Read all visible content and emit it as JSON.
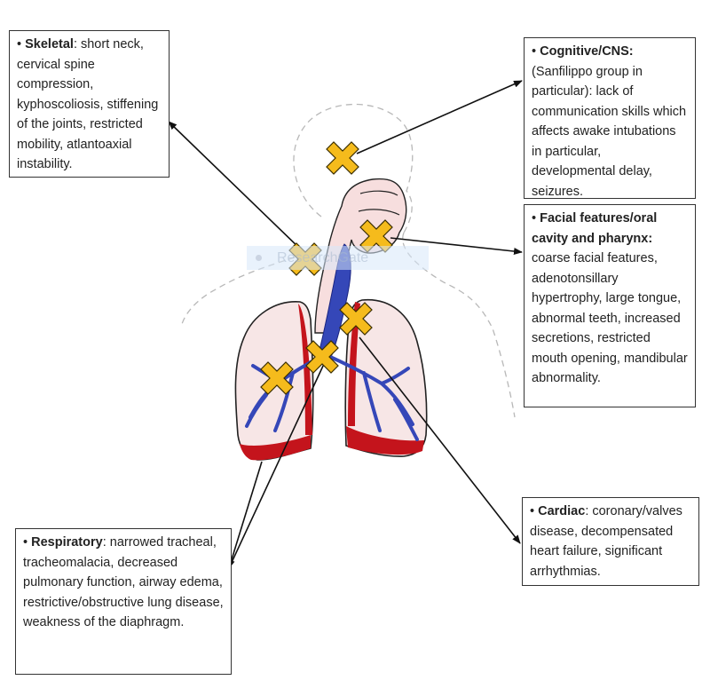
{
  "figure": {
    "title": "Mucopolysaccharidosis airway and systemic involvement",
    "colors": {
      "marker": "#f5bb1c",
      "marker_outline": "#3a2e00",
      "airway": "#3547b8",
      "vessel": "#c4141c",
      "tissue": "#f7dede",
      "outline": "#222222",
      "body_outline": "#b8b8b8"
    },
    "watermark": "ResearchGate"
  },
  "callouts": {
    "skeletal": {
      "bullet": "•",
      "heading": "Skeletal",
      "text": ": short neck, cervical spine compression, kyphoscoliosis, stiffening of the joints, restricted mobility, atlantoaxial instability."
    },
    "cns": {
      "bullet": "•",
      "heading": "Cognitive/CNS:",
      "text": " (Sanfilippo group in particular): lack of communication skills which affects awake intubations in particular, developmental delay, seizures."
    },
    "facial": {
      "bullet": "•",
      "heading": "Facial features/oral cavity and pharynx:",
      "text": " coarse facial features, adenotonsillary hypertrophy, large tongue, abnormal teeth, increased secretions, restricted mouth opening, mandibular abnormality."
    },
    "cardiac": {
      "bullet": "•",
      "heading": "Cardiac",
      "text": ": coronary/valves disease, decompensated heart failure, significant arrhythmias."
    },
    "respiratory": {
      "bullet": "•",
      "heading": "Respiratory",
      "text": ": narrowed tracheal, tracheomalacia, decreased pulmonary function, airway edema, restrictive/obstructive lung disease, weakness of the diaphragm."
    }
  }
}
